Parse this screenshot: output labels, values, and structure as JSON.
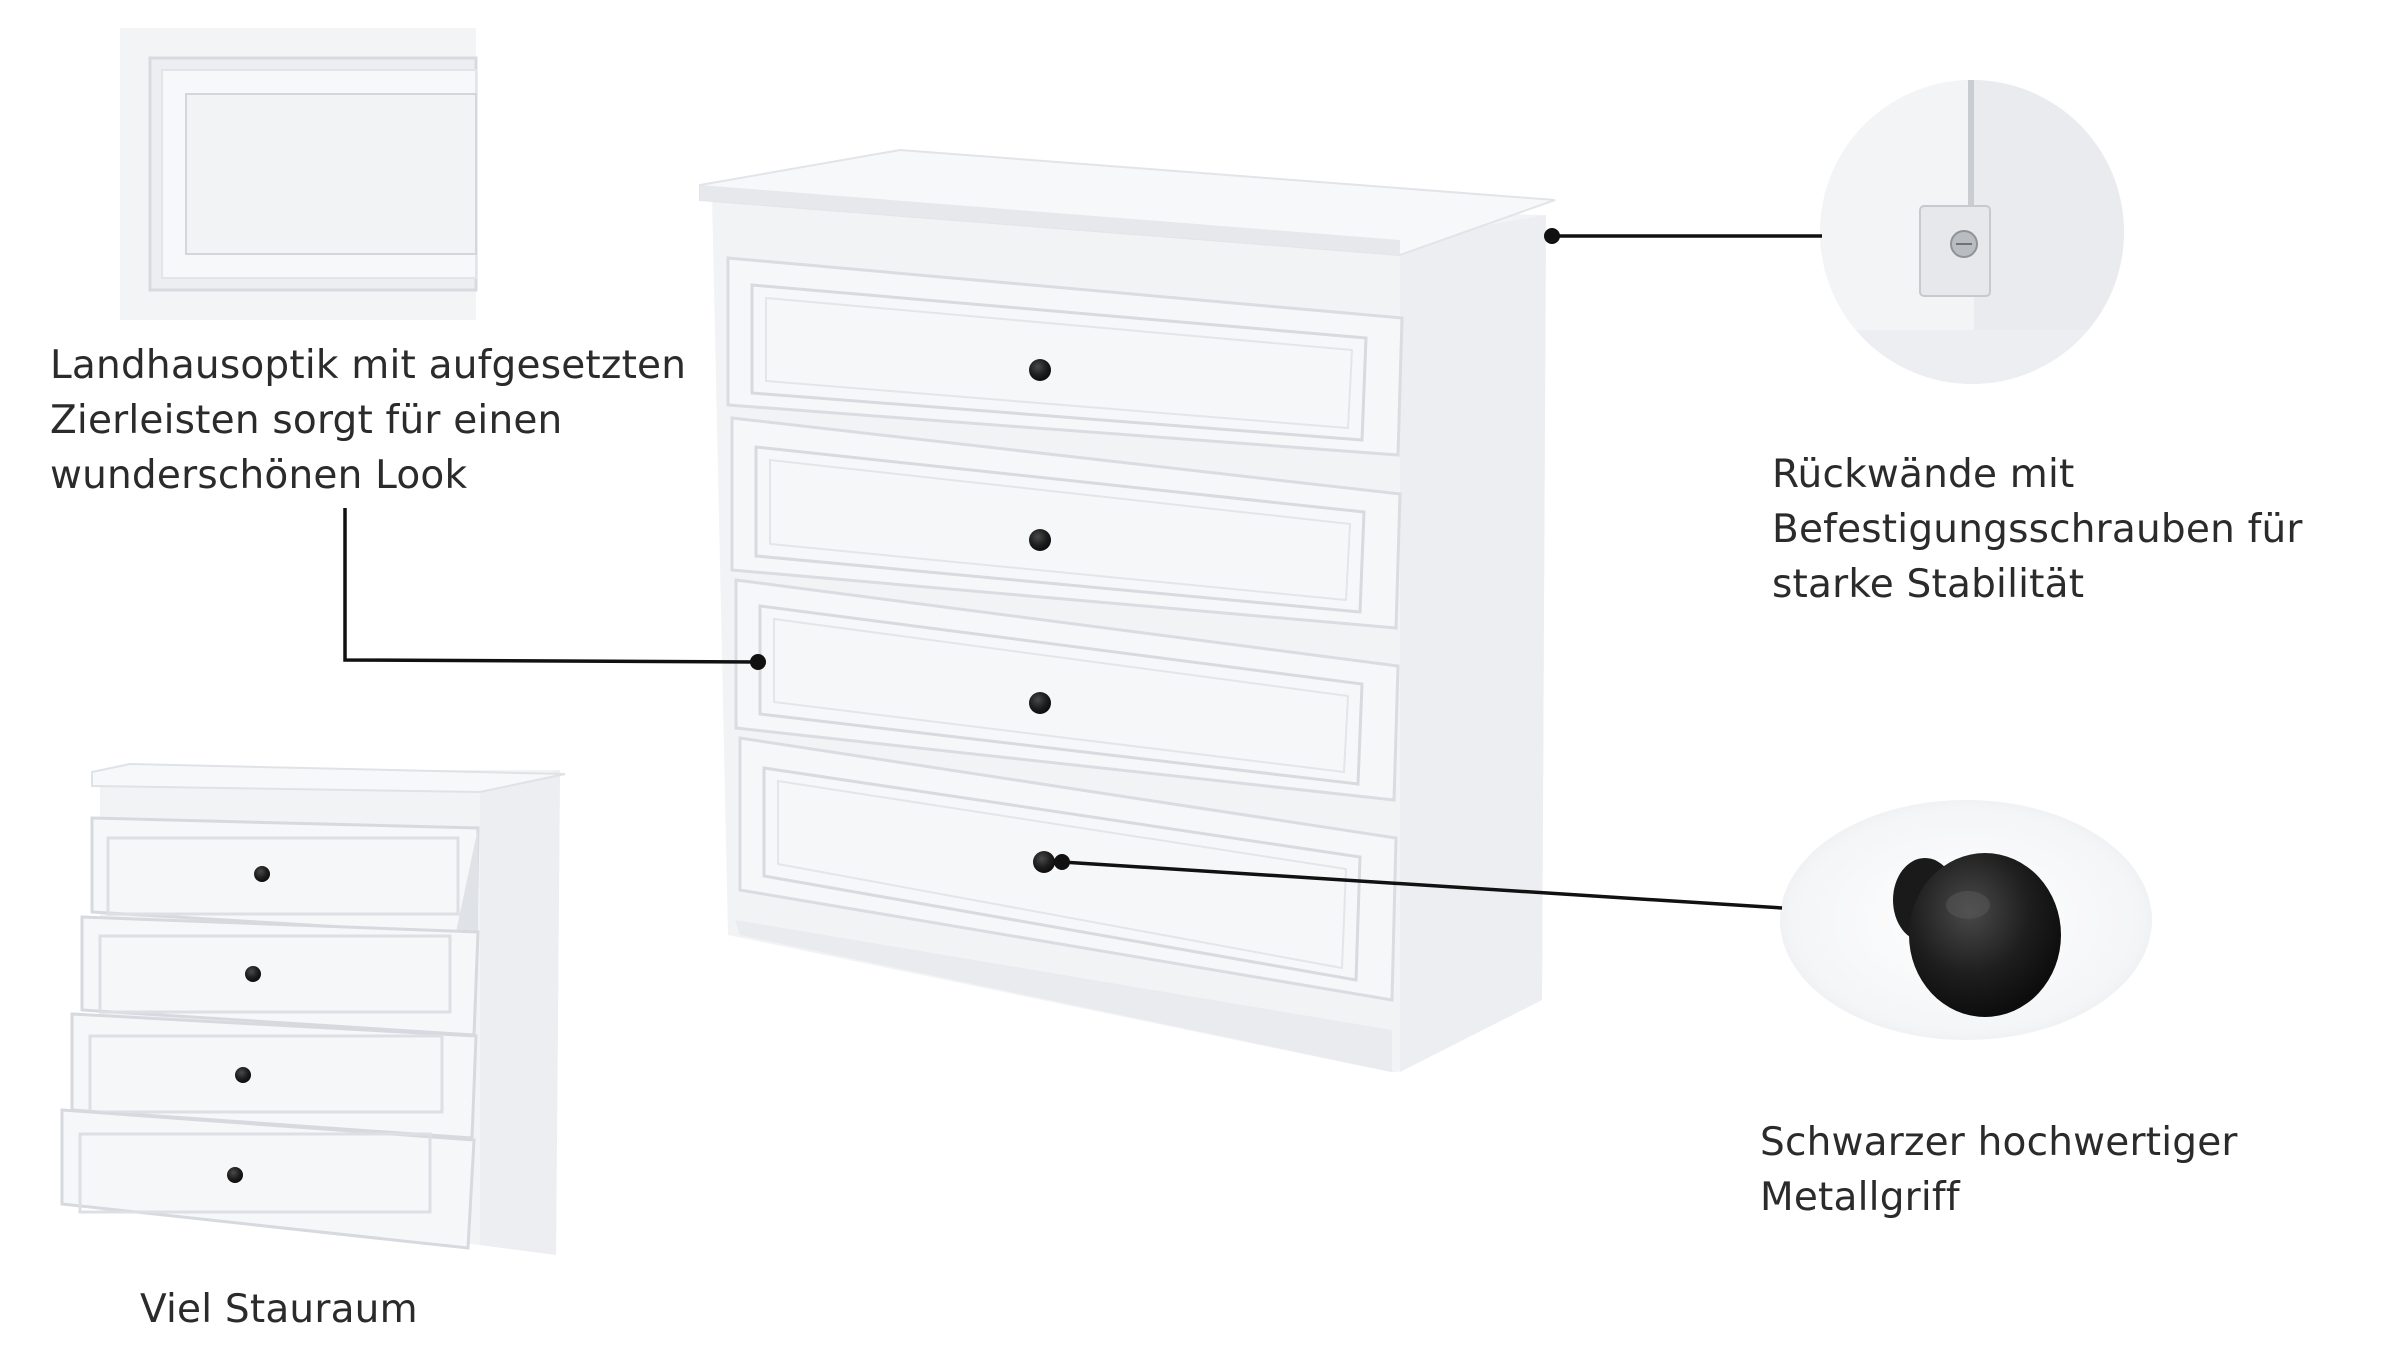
{
  "callouts": {
    "panel": {
      "lines": [
        "Landhausoptik mit aufgesetzten",
        "Zierleisten sorgt für einen",
        "wunderschönen Look"
      ]
    },
    "backwall": {
      "lines": [
        "Rückwände mit",
        "Befestigungsschrauben für",
        "starke Stabilität"
      ]
    },
    "handle": {
      "lines": [
        "Schwarzer hochwertiger",
        "Metallgriff"
      ]
    },
    "storage": {
      "lines": [
        "Viel Stauraum"
      ]
    }
  },
  "colors": {
    "background": "#ffffff",
    "furniture": "#f4f5f7",
    "furniture_shadow": "#e2e4e8",
    "knob": "#1e1e1e",
    "leader_line": "#111111",
    "text": "#2b2b2b"
  },
  "icons": {
    "leader_dot": "filled-circle"
  }
}
